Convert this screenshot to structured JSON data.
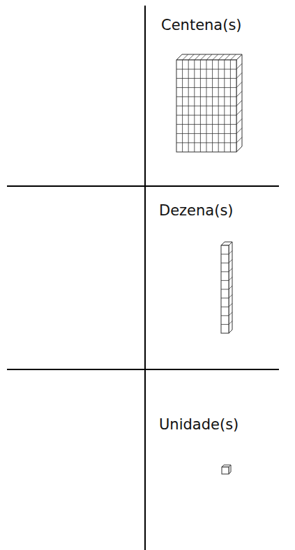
{
  "diagram": {
    "labels": [
      "Centena(s)",
      "Dezena(s)",
      "Unidade(s)"
    ]
  }
}
